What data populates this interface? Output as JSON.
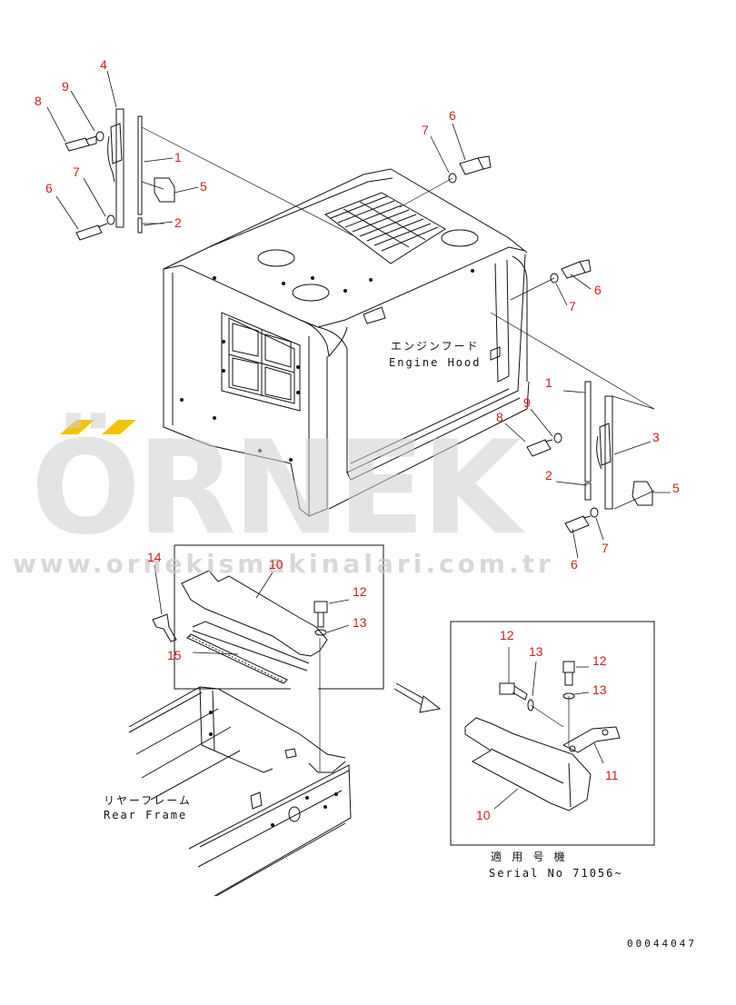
{
  "watermark": {
    "brand": "ÖRNEK",
    "url": "www.ornekismakinalari.com.tr",
    "accent_color": "#f2c300",
    "text_color": "#c8c8c8"
  },
  "labels": {
    "engine_hood_jp": "エンジンフード",
    "engine_hood_en": "Engine Hood",
    "rear_frame_jp": "リヤーフレーム",
    "rear_frame_en": "Rear Frame",
    "applicable_jp": "適 用 号 機",
    "serial": "Serial No 71056~"
  },
  "callouts": [
    {
      "id": "c1",
      "text": "4"
    },
    {
      "id": "c2",
      "text": "9"
    },
    {
      "id": "c3",
      "text": "8"
    },
    {
      "id": "c4",
      "text": "1"
    },
    {
      "id": "c5",
      "text": "7"
    },
    {
      "id": "c6",
      "text": "5"
    },
    {
      "id": "c7",
      "text": "6"
    },
    {
      "id": "c8",
      "text": "2"
    },
    {
      "id": "c9",
      "text": "6"
    },
    {
      "id": "c10",
      "text": "7"
    },
    {
      "id": "c11",
      "text": "6"
    },
    {
      "id": "c12",
      "text": "7"
    },
    {
      "id": "c13",
      "text": "1"
    },
    {
      "id": "c14",
      "text": "9"
    },
    {
      "id": "c15",
      "text": "8"
    },
    {
      "id": "c16",
      "text": "3"
    },
    {
      "id": "c17",
      "text": "2"
    },
    {
      "id": "c18",
      "text": "5"
    },
    {
      "id": "c19",
      "text": "7"
    },
    {
      "id": "c20",
      "text": "6"
    },
    {
      "id": "c21",
      "text": "14"
    },
    {
      "id": "c22",
      "text": "10"
    },
    {
      "id": "c23",
      "text": "12"
    },
    {
      "id": "c24",
      "text": "13"
    },
    {
      "id": "c25",
      "text": "15"
    },
    {
      "id": "c26",
      "text": "12"
    },
    {
      "id": "c27",
      "text": "13"
    },
    {
      "id": "c28",
      "text": "12"
    },
    {
      "id": "c29",
      "text": "13"
    },
    {
      "id": "c30",
      "text": "11"
    },
    {
      "id": "c31",
      "text": "10"
    }
  ],
  "document_number": "00044047"
}
